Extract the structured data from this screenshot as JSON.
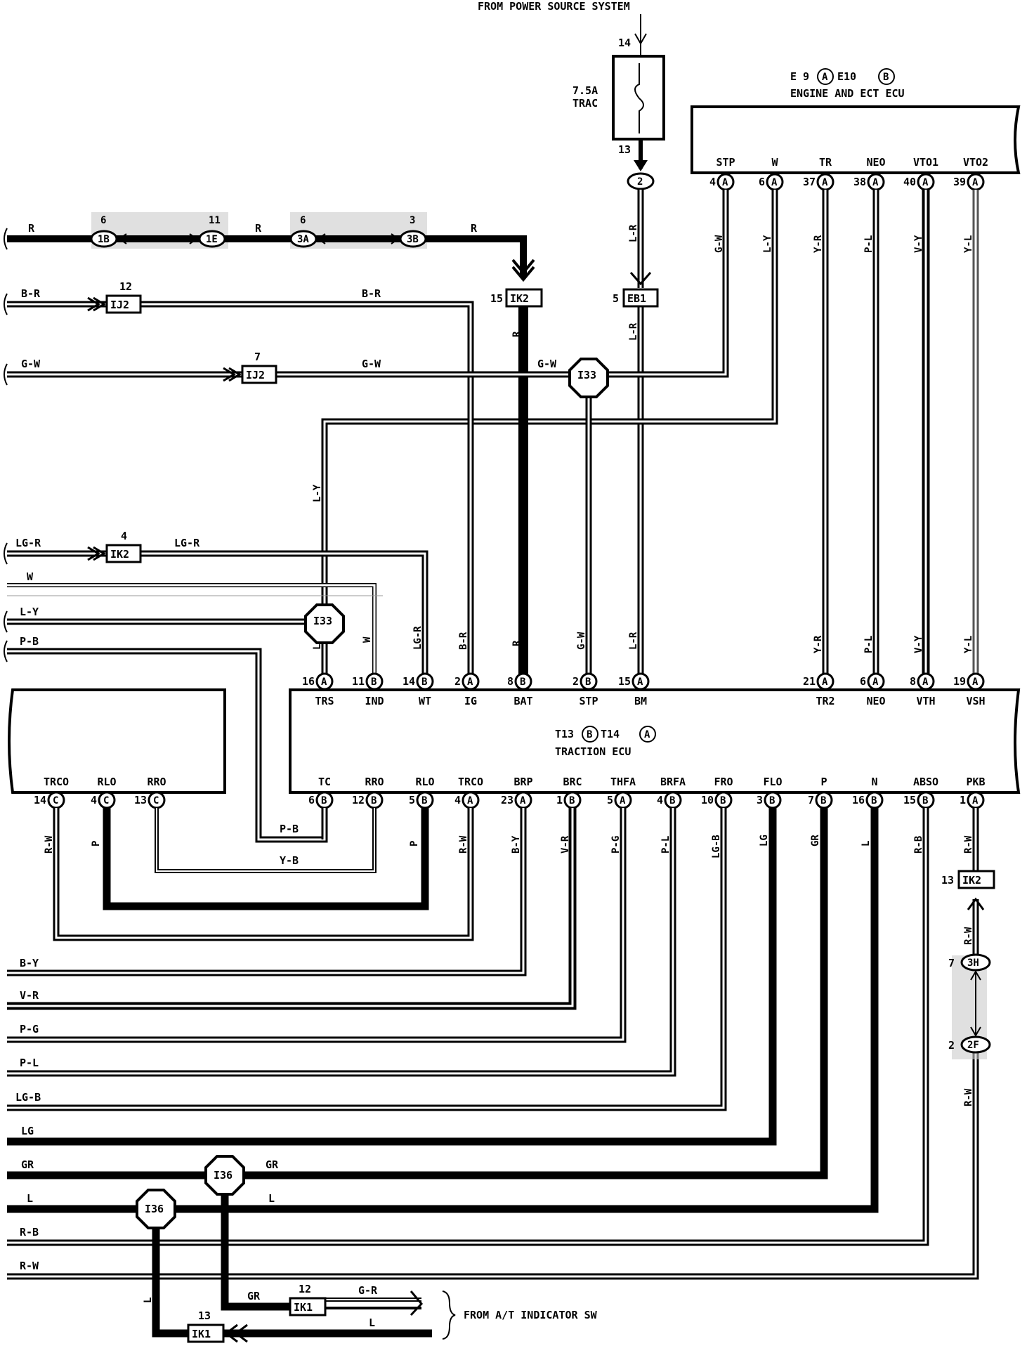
{
  "header": {
    "source_label": "FROM POWER SOURCE SYSTEM"
  },
  "fuse": {
    "rating": "7.5A",
    "name": "TRAC",
    "pin_top": "14",
    "pin_bottom": "13"
  },
  "engine_ecu": {
    "codes": [
      "E 9",
      "A",
      "E10",
      "B"
    ],
    "title": "ENGINE AND ECT ECU",
    "pins": [
      {
        "name": "STP",
        "num": "4",
        "conn": "A",
        "wire": "G-W"
      },
      {
        "name": "W",
        "num": "6",
        "conn": "A",
        "wire": "L-Y"
      },
      {
        "name": "TR",
        "num": "37",
        "conn": "A",
        "wire": "Y-R"
      },
      {
        "name": "NEO",
        "num": "38",
        "conn": "A",
        "wire": "P-L"
      },
      {
        "name": "VTO1",
        "num": "40",
        "conn": "A",
        "wire": "V-Y"
      },
      {
        "name": "VTO2",
        "num": "39",
        "conn": "A",
        "wire": "Y-L"
      }
    ]
  },
  "traction_ecu": {
    "codes": [
      "T13",
      "B",
      "T14",
      "A"
    ],
    "title": "TRACTION ECU",
    "top_pins": [
      {
        "name": "TRS",
        "num": "16",
        "conn": "A",
        "wire": "L-Y"
      },
      {
        "name": "IND",
        "num": "11",
        "conn": "B",
        "wire": "W"
      },
      {
        "name": "WT",
        "num": "14",
        "conn": "B",
        "wire": "LG-R"
      },
      {
        "name": "IG",
        "num": "2",
        "conn": "A",
        "wire": "B-R"
      },
      {
        "name": "BAT",
        "num": "8",
        "conn": "B",
        "wire": "R"
      },
      {
        "name": "STP",
        "num": "2",
        "conn": "B",
        "wire": "G-W"
      },
      {
        "name": "BM",
        "num": "15",
        "conn": "A",
        "wire": "L-R"
      },
      {
        "name": "TR2",
        "num": "21",
        "conn": "A",
        "wire": "Y-R"
      },
      {
        "name": "NEO",
        "num": "6",
        "conn": "A",
        "wire": "P-L"
      },
      {
        "name": "VTH",
        "num": "8",
        "conn": "A",
        "wire": "V-Y"
      },
      {
        "name": "VSH",
        "num": "19",
        "conn": "A",
        "wire": "Y-L"
      }
    ],
    "bottom_pins": [
      {
        "name": "TRCO",
        "num": "14",
        "conn": "C",
        "wire": "R-W"
      },
      {
        "name": "RLO",
        "num": "4",
        "conn": "C",
        "wire": "P"
      },
      {
        "name": "RRO",
        "num": "13",
        "conn": "C",
        "wire": ""
      },
      {
        "name": "TC",
        "num": "6",
        "conn": "B",
        "wire": ""
      },
      {
        "name": "RRO",
        "num": "12",
        "conn": "B",
        "wire": ""
      },
      {
        "name": "RLO",
        "num": "5",
        "conn": "B",
        "wire": "P"
      },
      {
        "name": "TRCO",
        "num": "4",
        "conn": "A",
        "wire": "R-W"
      },
      {
        "name": "BRP",
        "num": "23",
        "conn": "A",
        "wire": "B-Y"
      },
      {
        "name": "BRC",
        "num": "1",
        "conn": "B",
        "wire": "V-R"
      },
      {
        "name": "THFA",
        "num": "5",
        "conn": "A",
        "wire": "P-G"
      },
      {
        "name": "BRFA",
        "num": "4",
        "conn": "B",
        "wire": "P-L"
      },
      {
        "name": "FRO",
        "num": "10",
        "conn": "B",
        "wire": "LG-B"
      },
      {
        "name": "FLO",
        "num": "3",
        "conn": "B",
        "wire": "LG"
      },
      {
        "name": "P",
        "num": "7",
        "conn": "B",
        "wire": "GR"
      },
      {
        "name": "N",
        "num": "16",
        "conn": "B",
        "wire": "L"
      },
      {
        "name": "ABSO",
        "num": "15",
        "conn": "B",
        "wire": "R-B"
      },
      {
        "name": "PKB",
        "num": "1",
        "conn": "A",
        "wire": "R-W"
      }
    ]
  },
  "connectors": {
    "c1B": {
      "id": "1B",
      "num": "6"
    },
    "c1E": {
      "id": "1E",
      "num": "11"
    },
    "c3A": {
      "id": "3A",
      "num": "6"
    },
    "c3B": {
      "id": "3B",
      "num": "3"
    },
    "ik2_bat": {
      "id": "IK2",
      "num": "15"
    },
    "eb1": {
      "id": "EB1",
      "num": "5"
    },
    "fuse_conn": {
      "id": "2"
    },
    "ij2_br": {
      "id": "IJ2",
      "num": "12"
    },
    "ij2_gw": {
      "id": "IJ2",
      "num": "7"
    },
    "ik2_lgr": {
      "id": "IK2",
      "num": "4"
    },
    "ik2_pkb": {
      "id": "IK2",
      "num": "13"
    },
    "c3H": {
      "id": "3H",
      "num": "7"
    },
    "c2F": {
      "id": "2F",
      "num": "2"
    },
    "ik1_gr": {
      "id": "IK1",
      "num": "12"
    },
    "ik1_l": {
      "id": "IK1",
      "num": "13"
    }
  },
  "junctions": {
    "i33": "I33",
    "i36": "I36"
  },
  "wire_labels": {
    "r": "R",
    "br": "B-R",
    "gw": "G-W",
    "lgr": "LG-R",
    "w": "W",
    "ly": "L-Y",
    "pb": "P-B",
    "yb": "Y-B",
    "by": "B-Y",
    "vr": "V-R",
    "pg": "P-G",
    "pl": "P-L",
    "lgb": "LG-B",
    "lg": "LG",
    "gr": "GR",
    "l": "L",
    "rb": "R-B",
    "rw": "R-W",
    "lr": "L-R",
    "gr2": "G-R"
  },
  "footer": {
    "indicator_label": "FROM A/T INDICATOR SW"
  }
}
